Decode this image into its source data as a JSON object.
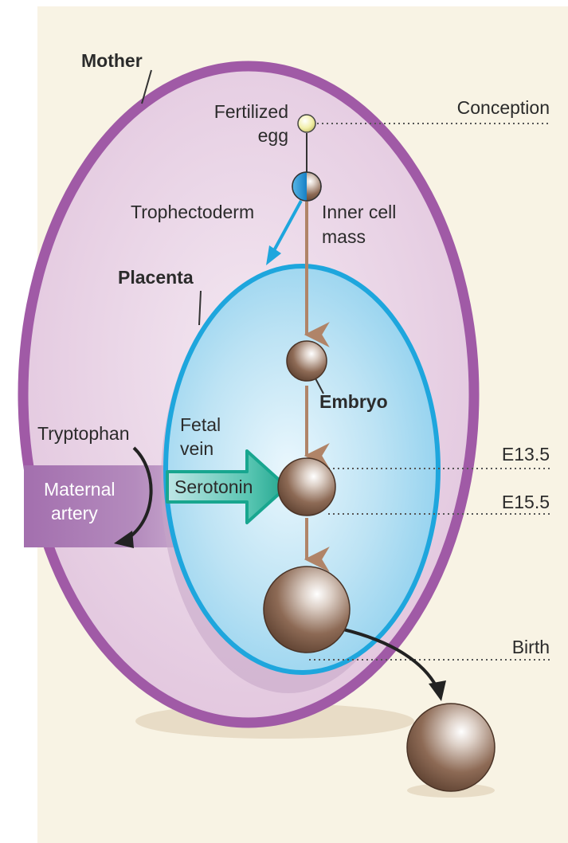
{
  "labels": {
    "mother": "Mother",
    "fertilized_egg_line1": "Fertilized",
    "fertilized_egg_line2": "egg",
    "conception": "Conception",
    "trophectoderm": "Trophectoderm",
    "inner_cell_line1": "Inner cell",
    "inner_cell_line2": "mass",
    "placenta": "Placenta",
    "embryo": "Embryo",
    "tryptophan": "Tryptophan",
    "fetal_vein_line1": "Fetal",
    "fetal_vein_line2": "vein",
    "serotonin": "Serotonin",
    "maternal_artery_line1": "Maternal",
    "maternal_artery_line2": "artery",
    "e13": "E13.5",
    "e15": "E15.5",
    "birth": "Birth"
  },
  "colors": {
    "background": "#f8f3e4",
    "mother_fill": "#e9d3e6",
    "mother_rim": "#a05aa6",
    "placenta_fill": "#bfe3f3",
    "placenta_rim": "#1ea6dd",
    "maternal_artery": "#a877b0",
    "serotonin_arrow": "#18a68f",
    "lineage_arrow": "#b08468",
    "trophectoderm_arrow": "#1ea6dd",
    "embryo_sphere": "#8a6650"
  }
}
